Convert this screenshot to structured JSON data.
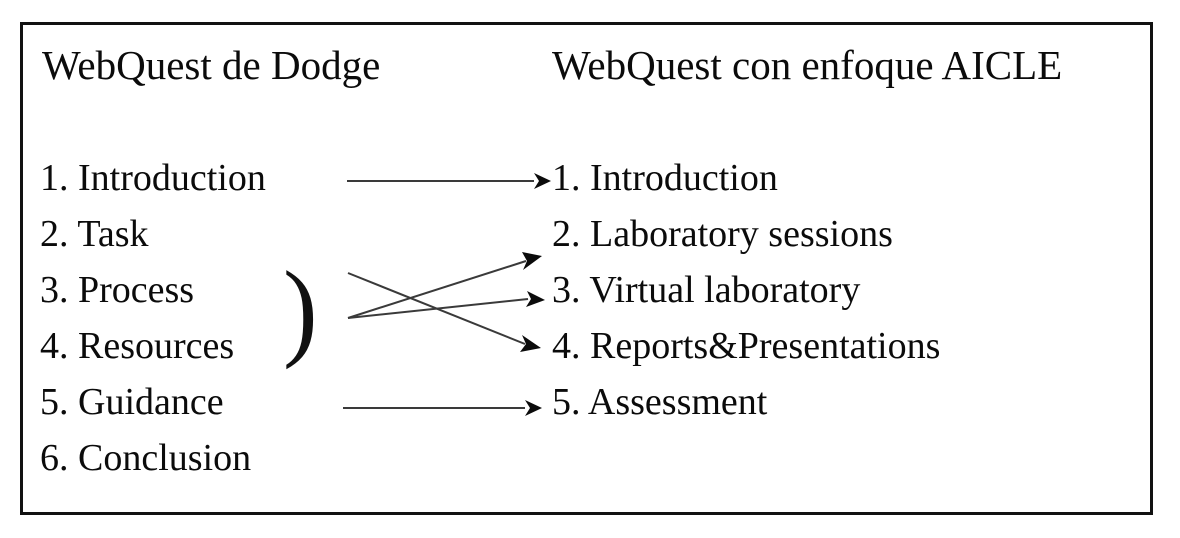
{
  "diagram": {
    "title": "WebQuest structure mapping",
    "border_color": "#111111",
    "text_color": "#0b0b0b",
    "arrow_color": "#3a3a3a",
    "background": "#ffffff",
    "grouping_brace": ")"
  },
  "columns": {
    "left": {
      "header": "WebQuest de Dodge",
      "items": [
        {
          "number": "1.",
          "label": "Introduction",
          "text": "1. Introduction"
        },
        {
          "number": "2.",
          "label": "Task",
          "text": "2. Task"
        },
        {
          "number": "3.",
          "label": "Process",
          "text": "3. Process"
        },
        {
          "number": "4.",
          "label": "Resources",
          "text": "4. Resources"
        },
        {
          "number": "5.",
          "label": "Guidance",
          "text": "5. Guidance"
        },
        {
          "number": "6.",
          "label": "Conclusion",
          "text": "6. Conclusion"
        }
      ]
    },
    "right": {
      "header": "WebQuest con enfoque AICLE",
      "items": [
        {
          "number": "1.",
          "label": "Introduction",
          "text": "1. Introduction"
        },
        {
          "number": "2.",
          "label": "Laboratory sessions",
          "text": "2. Laboratory sessions"
        },
        {
          "number": "3.",
          "label": "Virtual laboratory",
          "text": "3. Virtual laboratory"
        },
        {
          "number": "4.",
          "label": "Reports&Presentations",
          "text": "4. Reports&Presentations"
        },
        {
          "number": "5.",
          "label": "Assessment",
          "text": "5. Assessment"
        }
      ]
    }
  },
  "mappings": [
    {
      "from": "1. Introduction",
      "to": "1. Introduction"
    },
    {
      "from": "3. Process",
      "to": "4. Reports&Presentations"
    },
    {
      "from": "3. Process & 4. Resources",
      "to": "2. Laboratory sessions"
    },
    {
      "from": "3. Process & 4. Resources",
      "to": "3. Virtual laboratory"
    },
    {
      "from": "5. Guidance",
      "to": "5. Assessment"
    }
  ]
}
